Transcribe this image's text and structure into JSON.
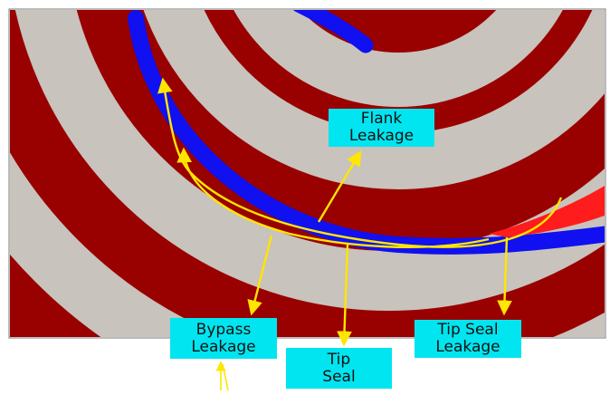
{
  "colors": {
    "background_red": "#990000",
    "scroll_gray": "#c8c3bc",
    "blue_seal": "#1010f0",
    "leak_red": "#ff1c1c",
    "arrow_yellow": "#ffe600",
    "label_cyan": "#00e5f0"
  },
  "labels": {
    "flank": {
      "line1": "Flank",
      "line2": "Leakage"
    },
    "bypass": {
      "line1": "Bypass",
      "line2": "Leakage"
    },
    "tip": {
      "line1": "Tip",
      "line2": "Seal"
    },
    "tip_seal_leakage": {
      "line1": "Tip Seal",
      "line2": "Leakage"
    }
  }
}
